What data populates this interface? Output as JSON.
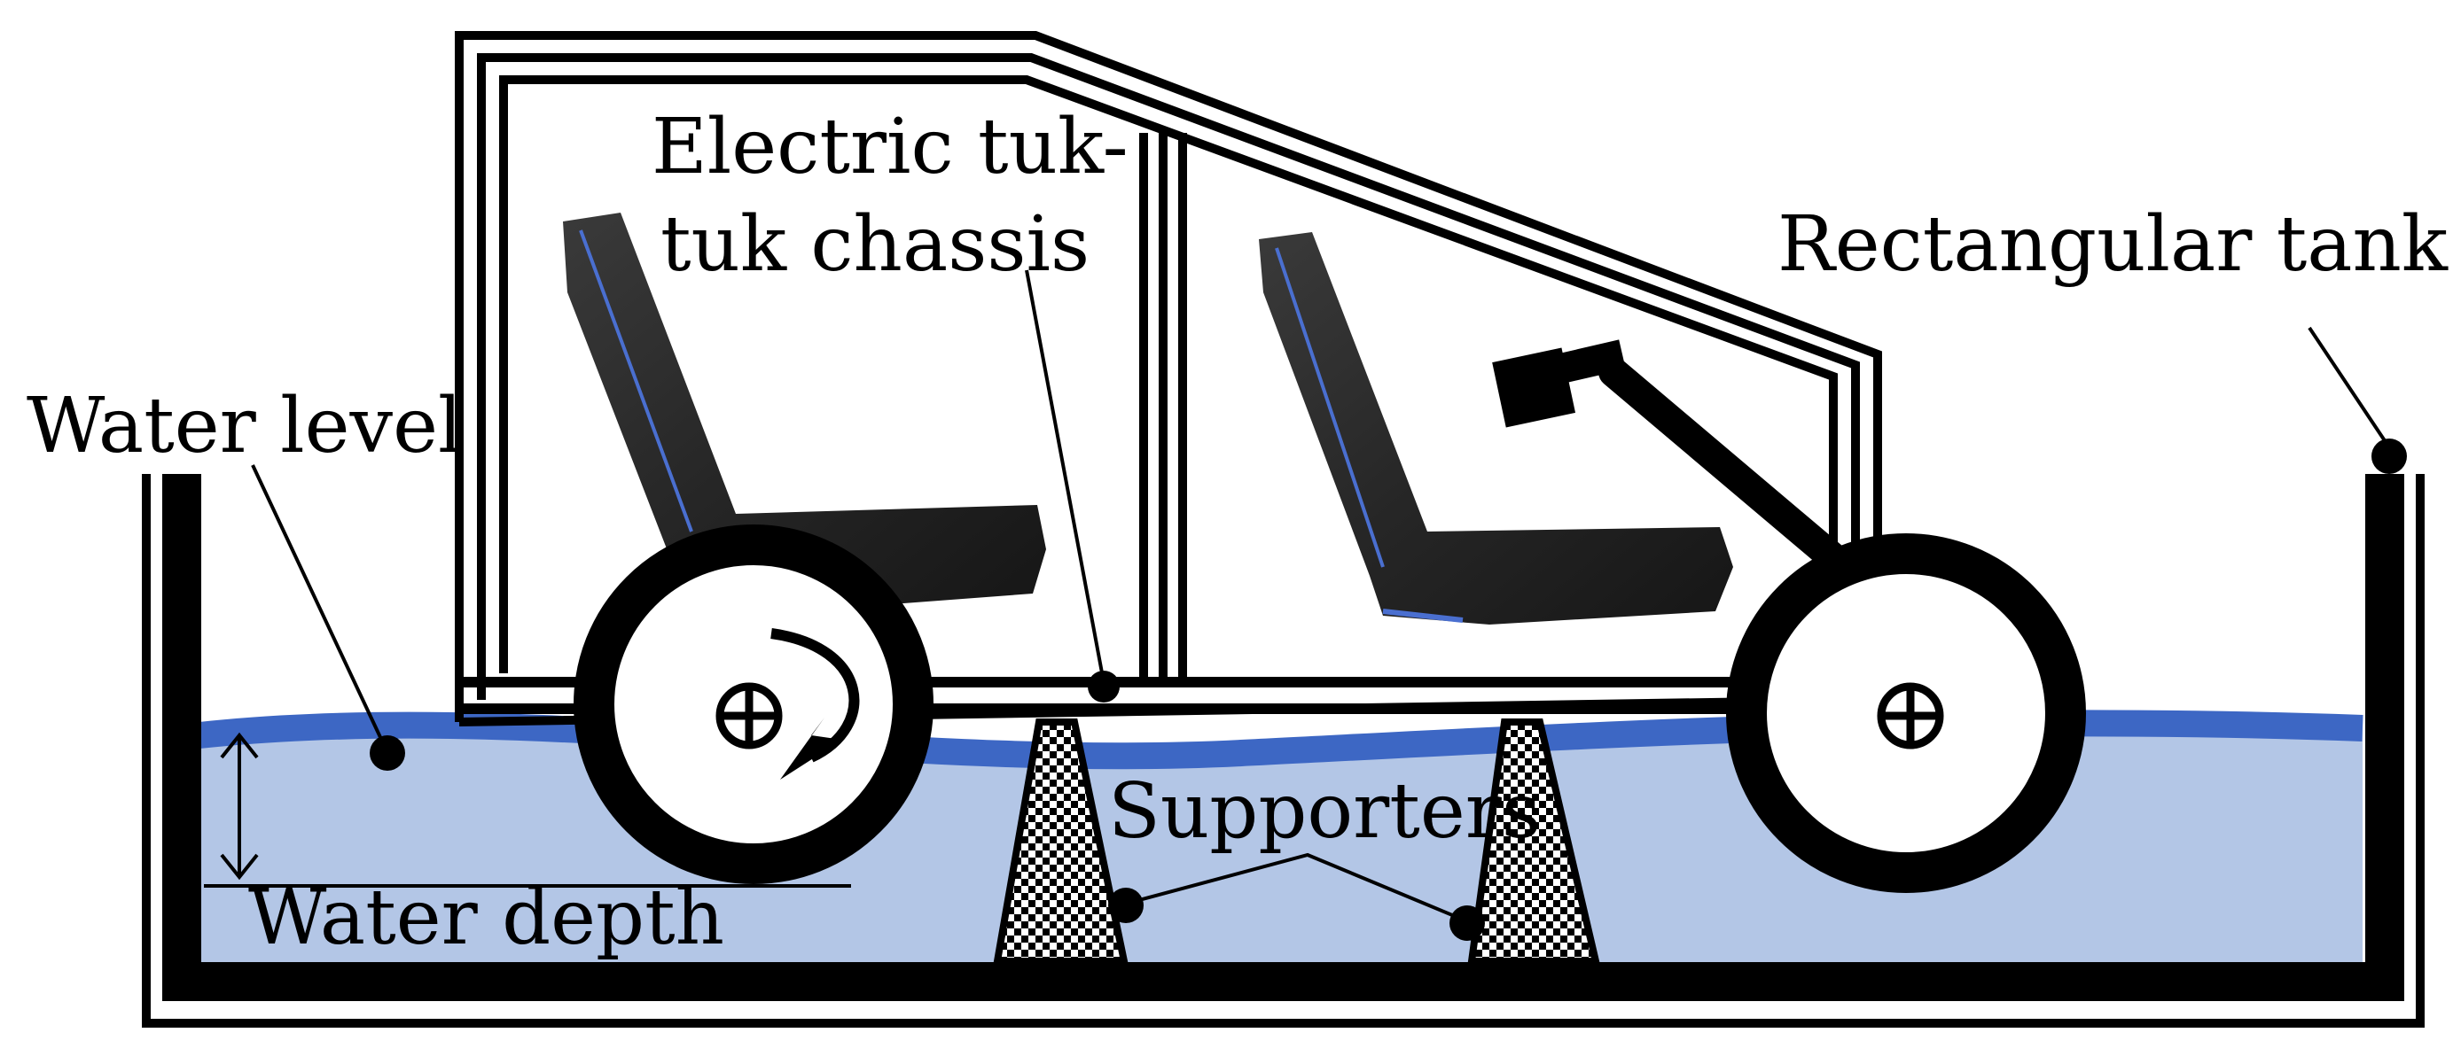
{
  "labels": {
    "chassis_line1": "Electric tuk-",
    "chassis_line2": "tuk chassis",
    "tank": "Rectangular tank",
    "water_level": "Water level",
    "water_depth": "Water depth",
    "supporters": "Supporters"
  },
  "colors": {
    "water": "#b3c6e6",
    "water_surface": "#3d67c4",
    "frame": "#000000",
    "seat": "#2a2a2a",
    "seat_highlight": "#4a6fd0",
    "background": "#ffffff"
  },
  "icons": [
    "wheel-hub-icon",
    "rotation-arrow-icon",
    "seat-icon",
    "steering-wheel-icon"
  ]
}
